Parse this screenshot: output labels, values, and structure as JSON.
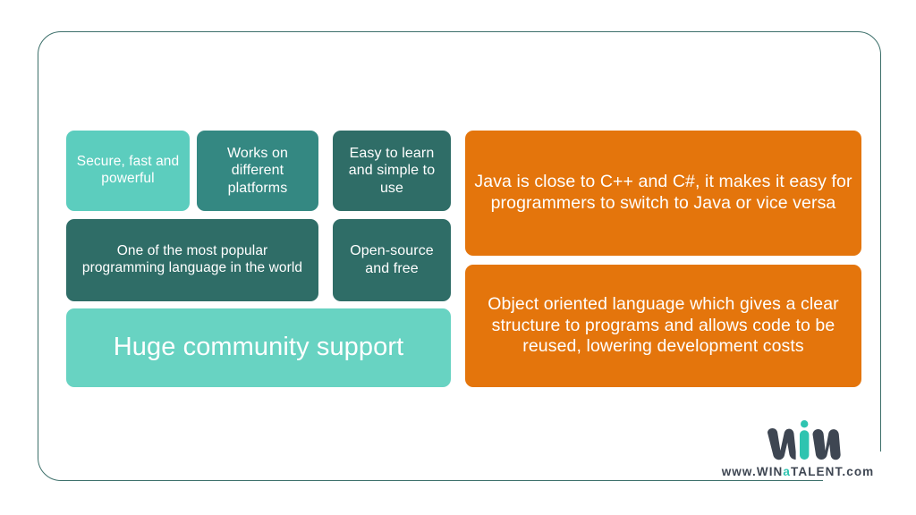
{
  "slide": {
    "background_color": "#ffffff",
    "frame": {
      "border_color": "#3c6f6a",
      "shape": "rounded-rectangle"
    }
  },
  "palette": {
    "teal_light": "#5ccdbe",
    "teal_bright": "#68d3c2",
    "teal_medium": "#348882",
    "teal_dark": "#2f6d67",
    "orange": "#e4750c",
    "frame_border": "#3c6f6a",
    "logo_dark": "#3e4652",
    "logo_accent": "#2ec4b0",
    "text_on_card": "#ffffff"
  },
  "cards": {
    "secure": {
      "label": "Secure, fast and powerful",
      "color": "#5ccdbe"
    },
    "platforms": {
      "label": "Works on different platforms",
      "color": "#348882"
    },
    "easy": {
      "label": "Easy to learn and simple to use",
      "color": "#2f6d67"
    },
    "popular": {
      "label": "One of the most popular programming language in the world",
      "color": "#2f6d67"
    },
    "opensource": {
      "label": "Open-source and free",
      "color": "#2f6d67"
    },
    "community": {
      "label": "Huge community support",
      "color": "#68d3c2"
    },
    "close_to_cpp": {
      "label": "Java is close to C++ and C#, it makes it easy for programmers to switch to Java or vice versa",
      "color": "#e4750c"
    },
    "object_oriented": {
      "label": "Object oriented language which gives a clear structure to programs and allows code to be reused, lowering development costs",
      "color": "#e4750c"
    }
  },
  "logo": {
    "mark_icon": "win-logo-icon",
    "mark_text": "win",
    "url_prefix": "www.",
    "url_win": "WIN",
    "url_a": "a",
    "url_talent": "TALENT",
    "url_suffix": ".com",
    "url_full": "www.WINaTALENT.com"
  }
}
